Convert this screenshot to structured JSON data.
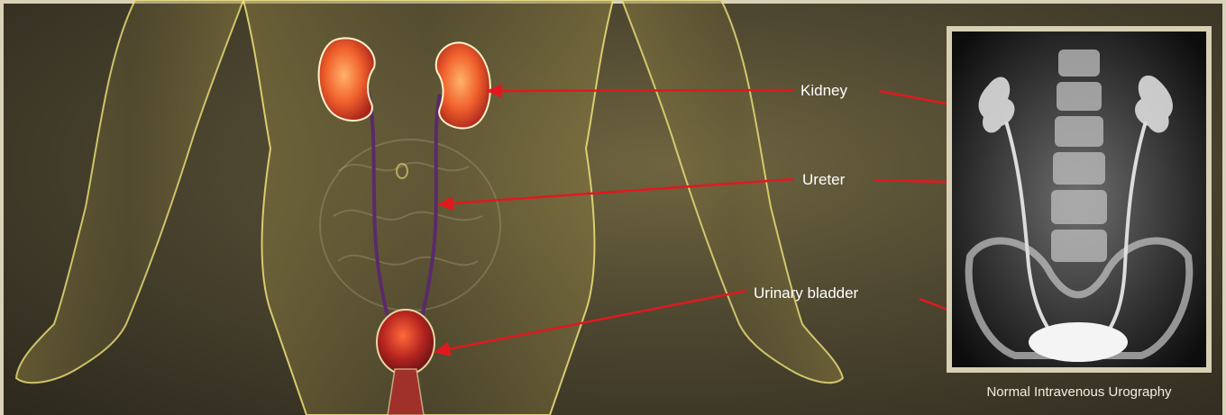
{
  "labels": {
    "kidney": "Kidney",
    "ureter": "Ureter",
    "bladder": "Urinary bladder"
  },
  "xray": {
    "caption": "Normal Intravenous Urography"
  },
  "colors": {
    "arrow": "#e0191f",
    "organ": "#e8542a",
    "body_outline": "#e6d870"
  }
}
